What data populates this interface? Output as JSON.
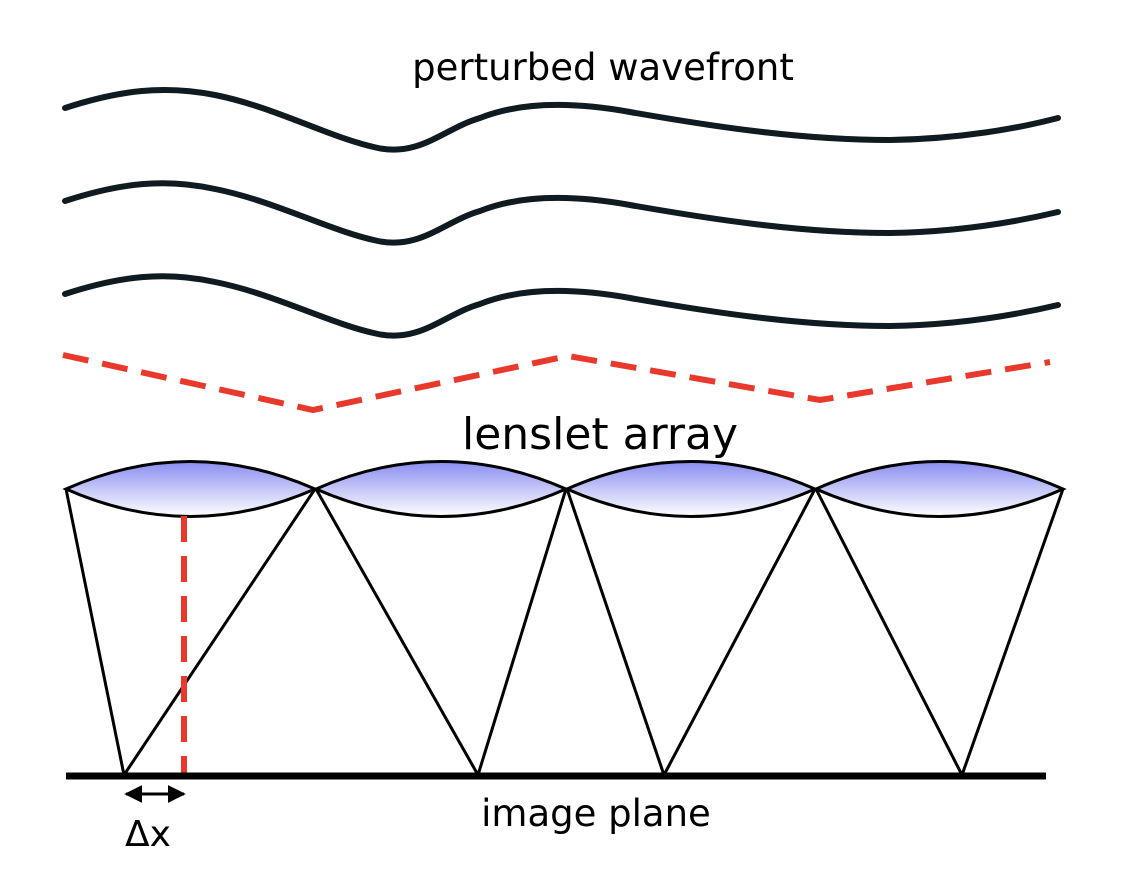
{
  "labels": {
    "wavefront": "perturbed wavefront",
    "lenslet": "lenslet array",
    "image_plane": "image plane",
    "delta_x": "Δx"
  },
  "colors": {
    "wave_stroke": "#0f1a21",
    "dashed_red": "#e8392c",
    "lens_fill_top": "#8a8ef0",
    "lens_fill_bottom": "#ffffff",
    "line_black": "#000000"
  }
}
